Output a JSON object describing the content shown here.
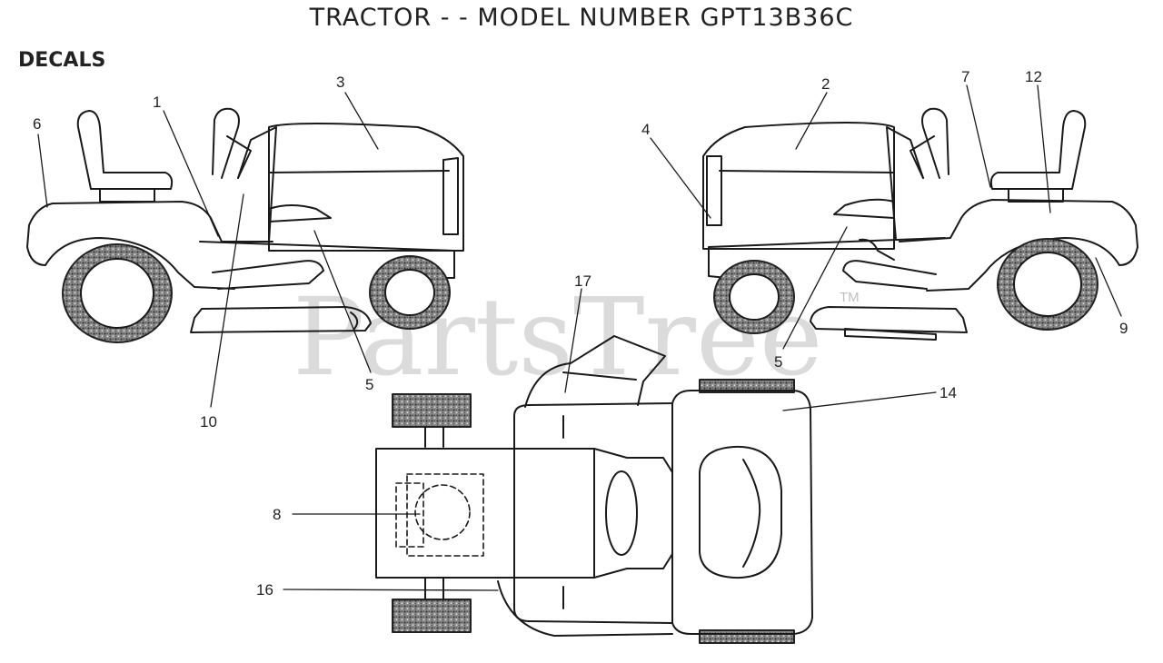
{
  "header": {
    "title": "TRACTOR  - - MODEL NUMBER GPT13B36C"
  },
  "section": {
    "label": "DECALS"
  },
  "watermark": {
    "text": "PartsTree",
    "tm": "TM",
    "color": "#bfbfbf"
  },
  "callouts": [
    {
      "id": "c6",
      "label": "6"
    },
    {
      "id": "c1",
      "label": "1"
    },
    {
      "id": "c3",
      "label": "3"
    },
    {
      "id": "c10",
      "label": "10"
    },
    {
      "id": "c5l",
      "label": "5"
    },
    {
      "id": "c4",
      "label": "4"
    },
    {
      "id": "c2",
      "label": "2"
    },
    {
      "id": "c7",
      "label": "7"
    },
    {
      "id": "c12",
      "label": "12"
    },
    {
      "id": "c9",
      "label": "9"
    },
    {
      "id": "c5r",
      "label": "5"
    },
    {
      "id": "c17",
      "label": "17"
    },
    {
      "id": "c14",
      "label": "14"
    },
    {
      "id": "c8",
      "label": "8"
    },
    {
      "id": "c16",
      "label": "16"
    }
  ]
}
